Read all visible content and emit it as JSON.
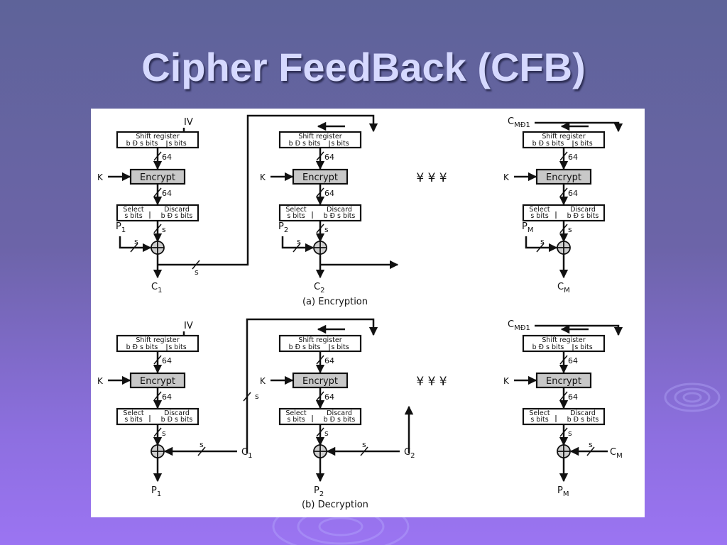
{
  "slide": {
    "title": "Cipher FeedBack (CFB)"
  },
  "diagram": {
    "block": {
      "shift_register_label": "Shift register",
      "shift_register_left": "b Ð s bits",
      "shift_register_right": "s bits",
      "encrypt_label": "Encrypt",
      "select_label": "Select",
      "select_bits": "s bits",
      "discard_label": "Discard",
      "discard_bits": "b Ð s bits",
      "width_64": "64",
      "s_label": "s",
      "key_label": "K"
    },
    "ellipsis": "¥   ¥   ¥",
    "encryption": {
      "caption": "(a) Encryption",
      "inputs": [
        {
          "main": "IV",
          "sub": ""
        },
        {
          "main": "",
          "sub": ""
        },
        {
          "main": "C",
          "sub": "MÐ1"
        }
      ],
      "plaintexts": [
        {
          "main": "P",
          "sub": "1"
        },
        {
          "main": "P",
          "sub": "2"
        },
        {
          "main": "P",
          "sub": "M"
        }
      ],
      "outputs": [
        {
          "main": "C",
          "sub": "1"
        },
        {
          "main": "C",
          "sub": "2"
        },
        {
          "main": "C",
          "sub": "M"
        }
      ]
    },
    "decryption": {
      "caption": "(b) Decryption",
      "inputs": [
        {
          "main": "IV",
          "sub": ""
        },
        {
          "main": "",
          "sub": ""
        },
        {
          "main": "C",
          "sub": "MÐ1"
        }
      ],
      "ciphertexts": [
        {
          "main": "C",
          "sub": "1"
        },
        {
          "main": "C",
          "sub": "2"
        },
        {
          "main": "C",
          "sub": "M"
        }
      ],
      "outputs": [
        {
          "main": "P",
          "sub": "1"
        },
        {
          "main": "P",
          "sub": "2"
        },
        {
          "main": "P",
          "sub": "M"
        }
      ]
    }
  }
}
